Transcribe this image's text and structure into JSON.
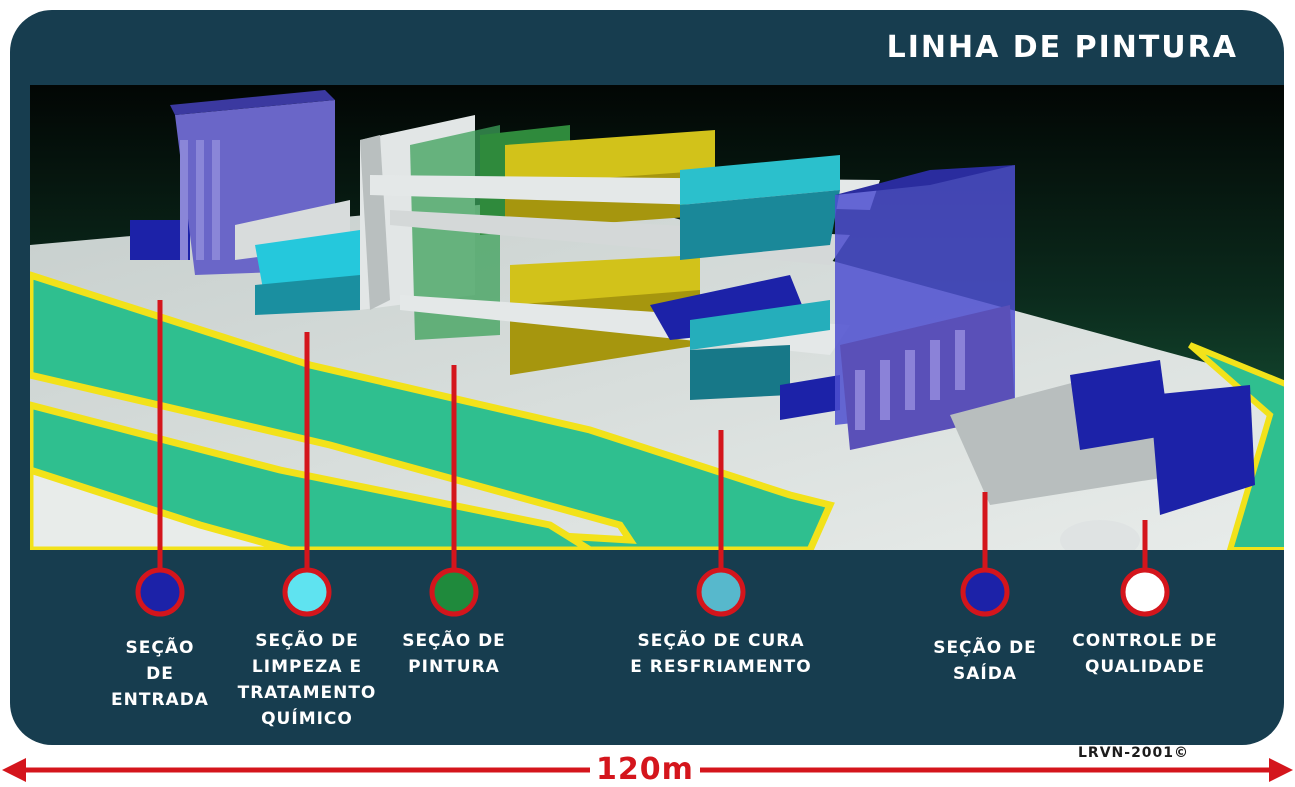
{
  "title": "LINHA DE PINTURA",
  "sections": [
    {
      "label": "SEÇÃO\nDE\nENTRADA",
      "color": "#1c22a8"
    },
    {
      "label": "SEÇÃO DE\nLIMPEZA E\nTRATAMENTO\nQUÍMICO",
      "color": "#5fe3f0"
    },
    {
      "label": "SEÇÃO DE\nPINTURA",
      "color": "#1f8a3c"
    },
    {
      "label": "SEÇÃO  DE  CURA\nE  RESFRIAMENTO",
      "color": "#57b8cc"
    },
    {
      "label": "SEÇÃO DE\nSAÍDA",
      "color": "#1c22a8"
    },
    {
      "label": "CONTROLE DE\nQUALIDADE",
      "color": "#ffffff"
    }
  ],
  "dimension": "120m",
  "credit": "LRVN-2001©",
  "colors": {
    "panel": "#173d4f",
    "pointer": "#d4151c",
    "floor_stripe": "#2fbf8f",
    "lane_line": "#f2e21a"
  }
}
